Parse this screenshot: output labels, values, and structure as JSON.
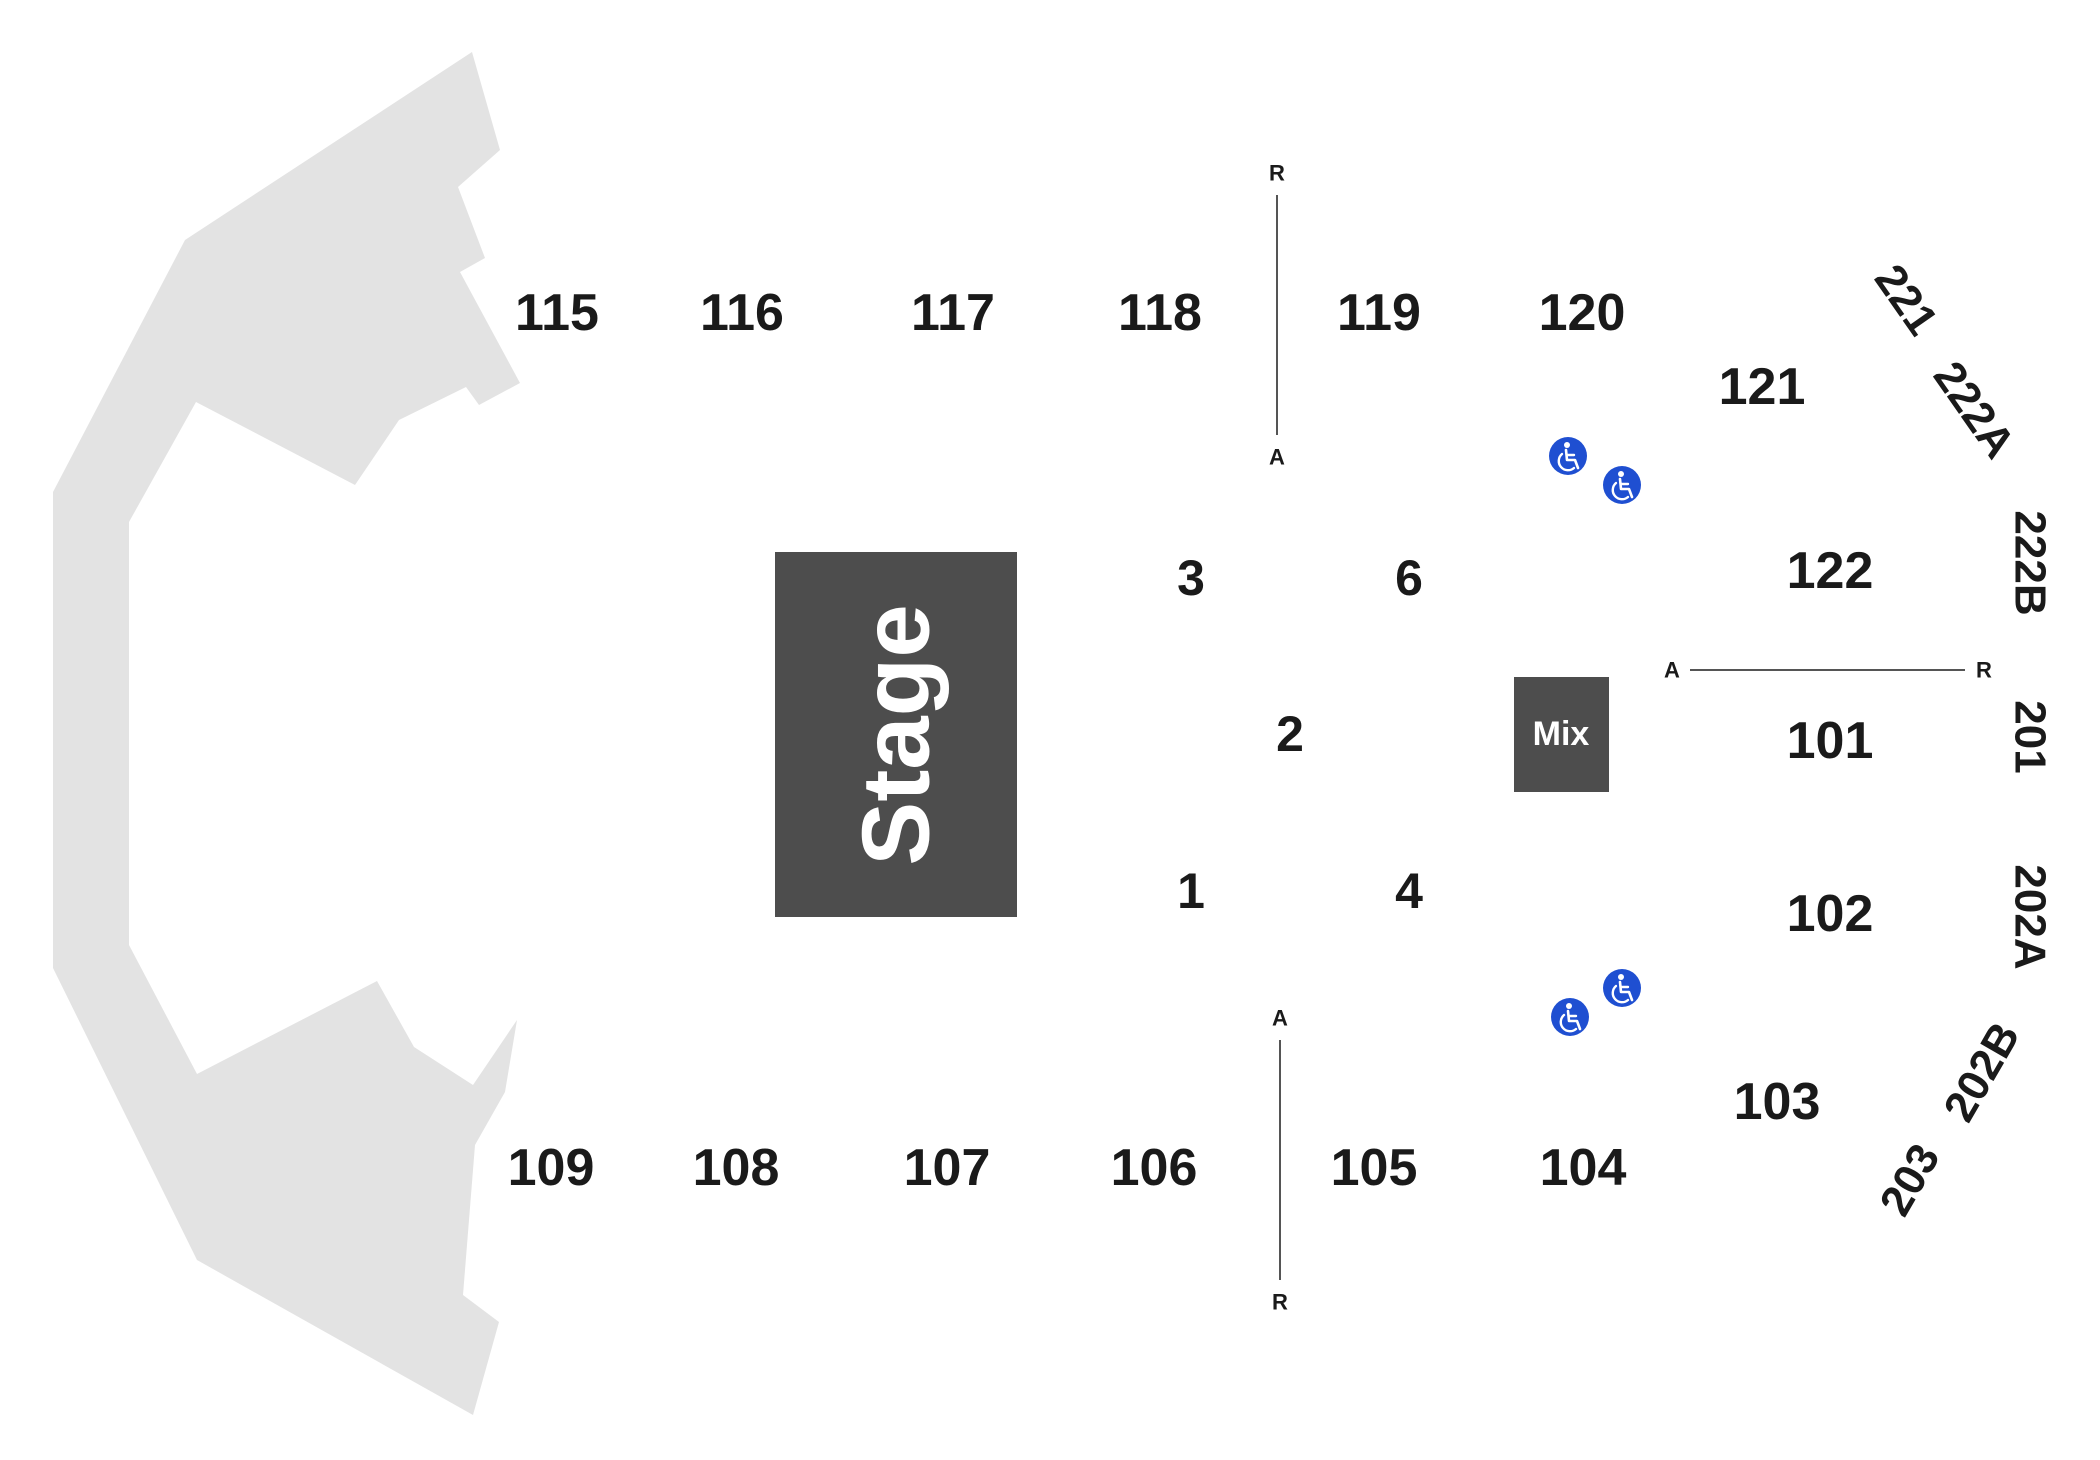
{
  "map": {
    "stage_label": "Stage",
    "mix_label": "Mix",
    "colors": {
      "background": "#ffffff",
      "unavailable_area": "#e3e3e3",
      "stage": "#4d4d4d",
      "mix": "#4d4d4d",
      "text": "#1a1a1a",
      "accessible": "#1f4fd1",
      "row_line": "#555555"
    },
    "sections_top": [
      "115",
      "116",
      "117",
      "118",
      "119",
      "120"
    ],
    "sections_bottom": [
      "109",
      "108",
      "107",
      "106",
      "105",
      "104"
    ],
    "sections_right": [
      "121",
      "122",
      "101",
      "102",
      "103"
    ],
    "floor_sections": [
      "3",
      "6",
      "2",
      "1",
      "4"
    ],
    "upper_sections": [
      "221",
      "222A",
      "222B",
      "201",
      "202A",
      "202B",
      "203"
    ],
    "row_markers": {
      "top": [
        "R",
        "A"
      ],
      "bottom": [
        "A",
        "R"
      ],
      "right": [
        "A",
        "R"
      ]
    },
    "accessible_icon": "wheelchair-accessible-icon"
  }
}
